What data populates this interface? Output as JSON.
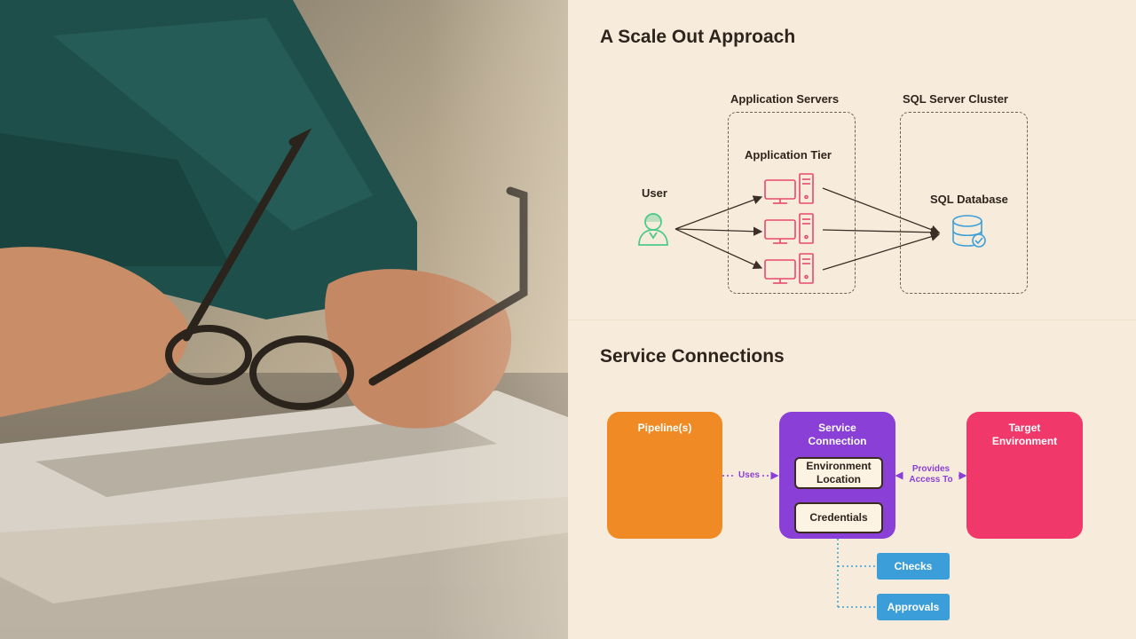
{
  "scale_out": {
    "title": "A Scale Out Approach",
    "app_servers_label": "Application Servers",
    "sql_cluster_label": "SQL Server Cluster",
    "app_tier_label": "Application Tier",
    "user_label": "User",
    "sql_db_label": "SQL Database"
  },
  "service_connections": {
    "title": "Service Connections",
    "pipelines_label": "Pipeline(s)",
    "service_connection_label": "Service\nConnection",
    "target_env_label": "Target\nEnvironment",
    "env_location_label": "Environment\nLocation",
    "credentials_label": "Credentials",
    "uses_label": "Uses",
    "provides_access_label": "Provides\nAccess To",
    "checks_label": "Checks",
    "approvals_label": "Approvals"
  },
  "colors": {
    "background": "#f7ecdb",
    "pipelines": "#f08a24",
    "service_connection": "#8a3fd6",
    "target_environment": "#f0386b",
    "checks_approvals": "#3c9ed8",
    "user_icon": "#4dc98e",
    "server_icon": "#e8486f",
    "database_icon": "#3c9ed8"
  }
}
